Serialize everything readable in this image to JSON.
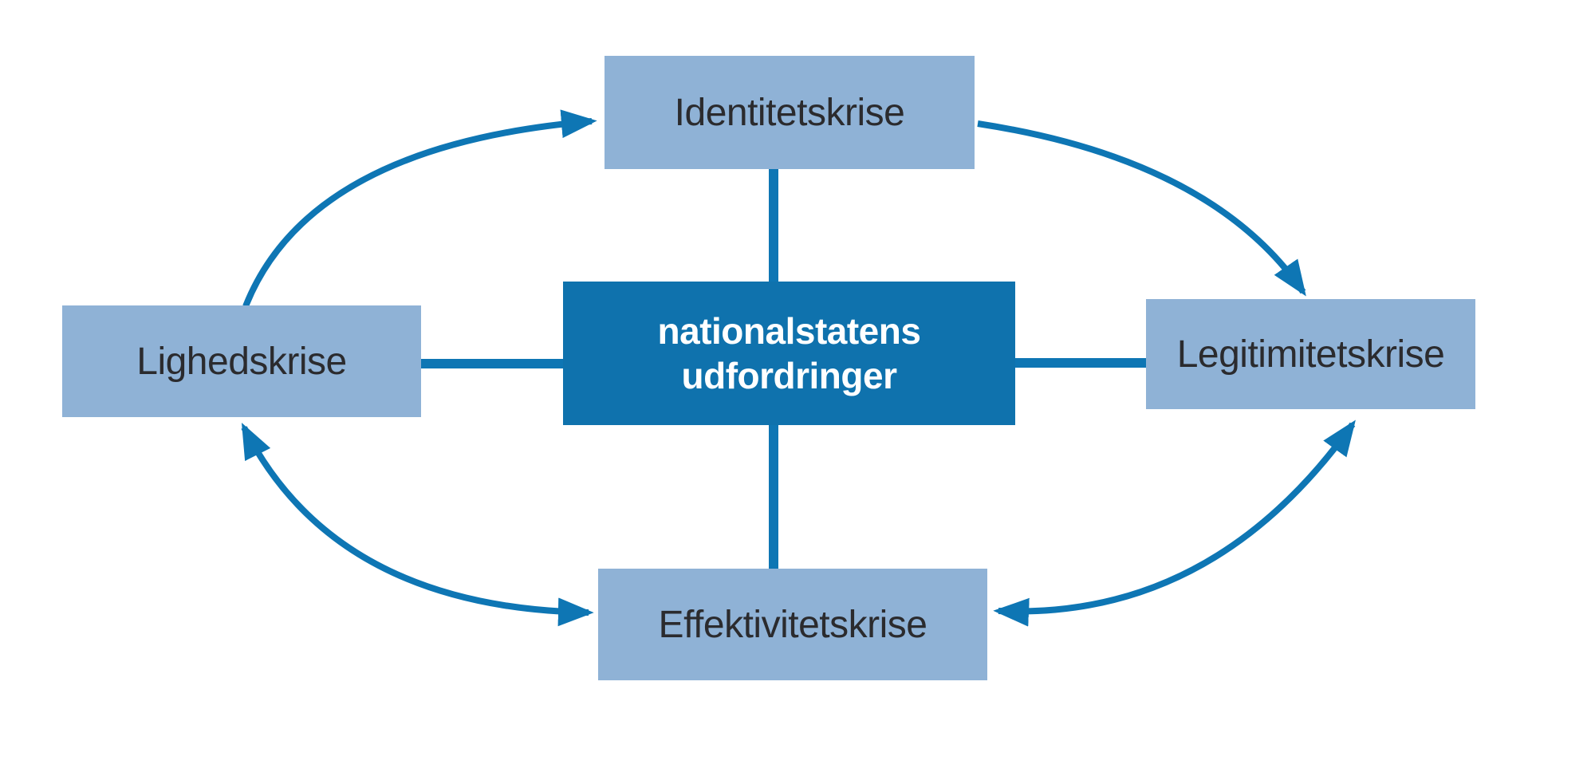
{
  "diagram": {
    "center": {
      "label_line1": "nationalstatens",
      "label_line2": "udfordringer"
    },
    "nodes": {
      "top": {
        "label": "Identitetskrise"
      },
      "left": {
        "label": "Lighedskrise"
      },
      "right": {
        "label": "Legitimitetskrise"
      },
      "bottom": {
        "label": "Effektivitetskrise"
      }
    },
    "relations": [
      "lighedskrise -> identitetskrise (arrow, top-left arc)",
      "identitetskrise -> legitimitetskrise (arrow, top-right arc)",
      "lighedskrise <-> effektivitetskrise (double arrow, bottom-left arc)",
      "effektivitetskrise <-> legitimitetskrise (double arrow, bottom-right arc)"
    ],
    "colors": {
      "node_fill_light": "#8fb2d6",
      "node_fill_dark": "#0f72ad",
      "line": "#0e76b4",
      "text_dark": "#2b2b2e",
      "text_light": "#ffffff",
      "background": "#ffffff"
    }
  }
}
